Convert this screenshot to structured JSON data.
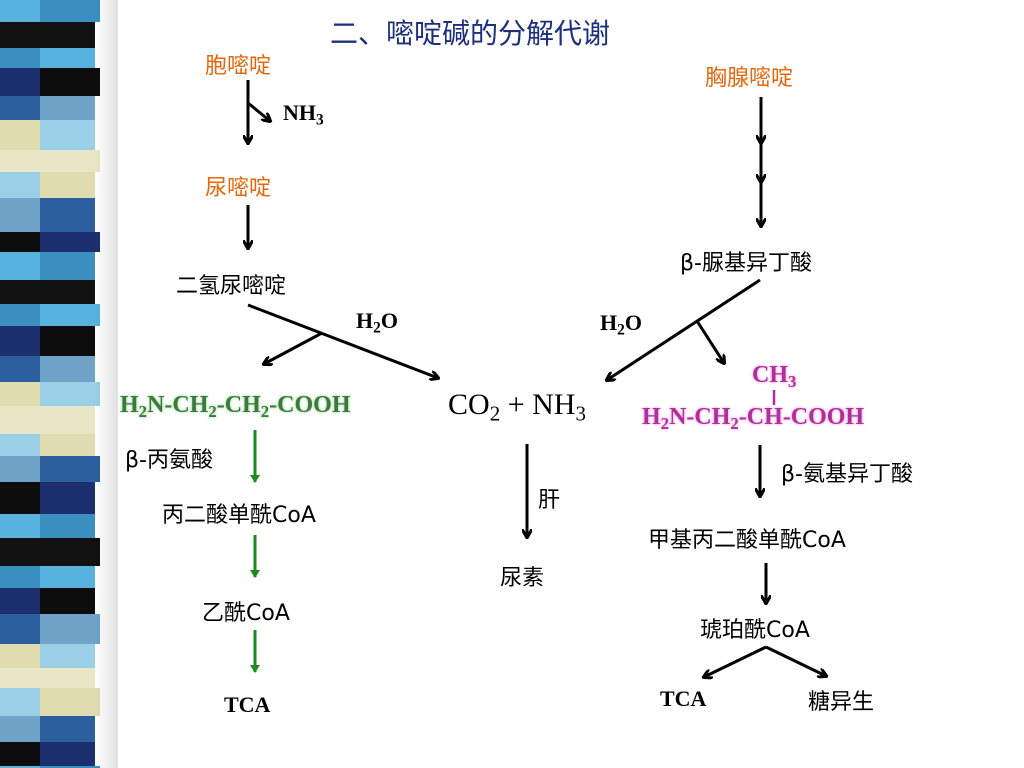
{
  "title": "二、嘧啶碱的分解代谢",
  "colors": {
    "title": "#1b2f7e",
    "orange": "#e8660a",
    "green": "#3b7a3b",
    "magenta": "#b0309a",
    "arrow_green": "#1f8a1f"
  },
  "left": {
    "start": "胞嘧啶",
    "nh3": {
      "main": "NH",
      "sub": "3"
    },
    "step2": "尿嘧啶",
    "step3": "二氢尿嘧啶",
    "product_formula": {
      "p1": "H",
      "s1": "2",
      "p2": "N-CH",
      "s2": "2",
      "p3": "-CH",
      "s3": "2",
      "p4": "-COOH"
    },
    "product_name": "β-丙氨酸",
    "step5": "丙二酸单酰CoA",
    "step6": "乙酰CoA",
    "end": "TCA"
  },
  "center": {
    "h2o_left": {
      "a": "H",
      "b": "2",
      "c": "O"
    },
    "h2o_right": {
      "a": "H",
      "b": "2",
      "c": "O"
    },
    "co2": {
      "a": "CO",
      "b": "2",
      "c": " + NH",
      "d": "3"
    },
    "liver": "肝",
    "urea": "尿素"
  },
  "right": {
    "start": "胸腺嘧啶",
    "step2": "β-脲基异丁酸",
    "product_ch3": {
      "a": "CH",
      "b": "3"
    },
    "product_formula": {
      "p1": "H",
      "s1": "2",
      "p2": "N-CH",
      "s2": "2",
      "p3": "-CH-COOH"
    },
    "product_name": "β-氨基异丁酸",
    "step4": "甲基丙二酸单酰CoA",
    "step5": "琥珀酰CoA",
    "end1": "TCA",
    "end2": "糖异生"
  }
}
